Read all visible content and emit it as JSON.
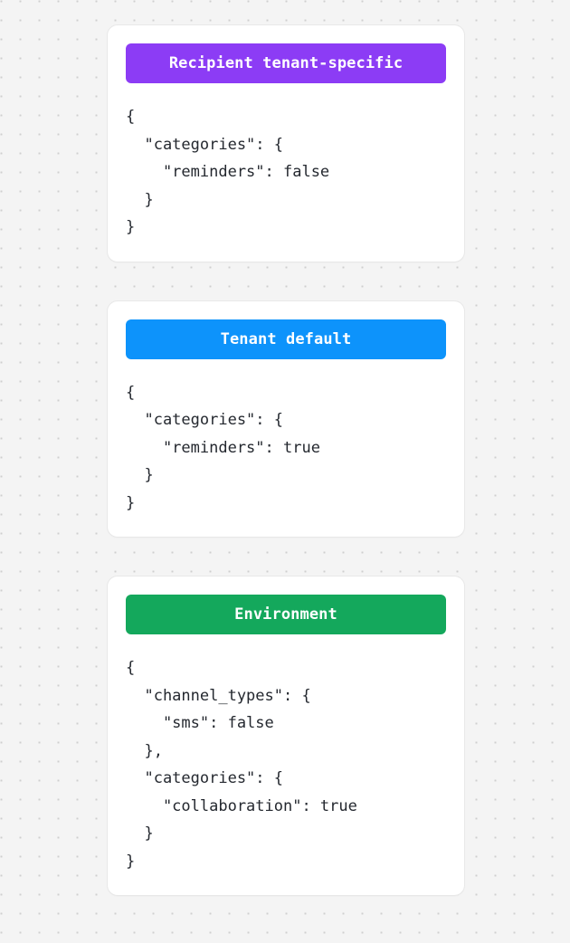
{
  "background": {
    "color": "#f4f4f4",
    "dot_color": "#cfcfcf",
    "pattern": "dot-grid"
  },
  "cards": [
    {
      "badge_label": "Recipient tenant-specific",
      "badge_color": "#8c3cf5",
      "code": "{\n  \"categories\": {\n    \"reminders\": false\n  }\n}"
    },
    {
      "badge_label": "Tenant default",
      "badge_color": "#0d93fb",
      "code": "{\n  \"categories\": {\n    \"reminders\": true\n  }\n}"
    },
    {
      "badge_label": "Environment",
      "badge_color": "#14a85c",
      "code": "{\n  \"channel_types\": {\n    \"sms\": false\n  },\n  \"categories\": {\n    \"collaboration\": true\n  }\n}"
    }
  ]
}
